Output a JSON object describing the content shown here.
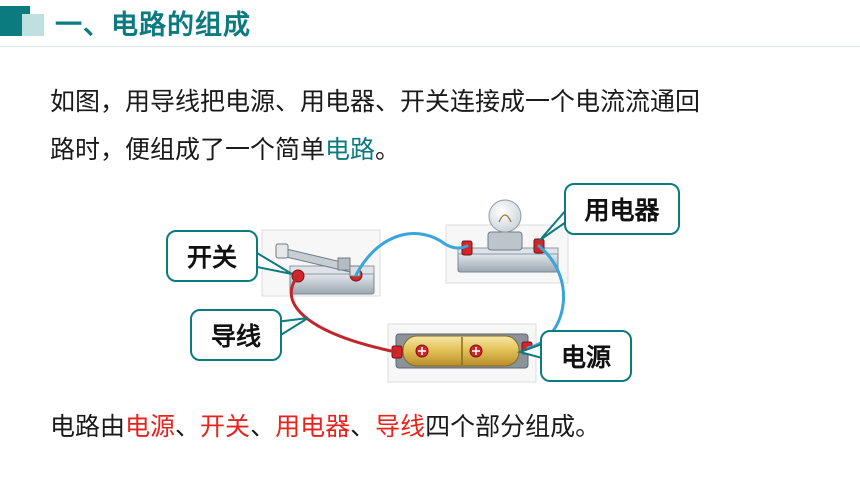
{
  "header": {
    "title": "一、电路的组成"
  },
  "intro": {
    "line1": "如图，用导线把电源、用电器、开关连接成一个电流流通回",
    "line2_prefix": "路时，便组成了一个简单",
    "line2_term": "电路",
    "line2_suffix": "。"
  },
  "callouts": {
    "switch": "开关",
    "wire": "导线",
    "appliance": "用电器",
    "source": "电源"
  },
  "summary": {
    "prefix": "电路由",
    "part1": "电源",
    "sep1": "、",
    "part2": "开关",
    "sep2": "、",
    "part3": "用电器",
    "sep3": "、",
    "part4": "导线",
    "suffix": "四个部分组成。"
  },
  "colors": {
    "accent": "#0b7b80",
    "highlight": "#e8231e",
    "wire_blue": "#3aa5d8",
    "wire_red": "#c0272d"
  }
}
